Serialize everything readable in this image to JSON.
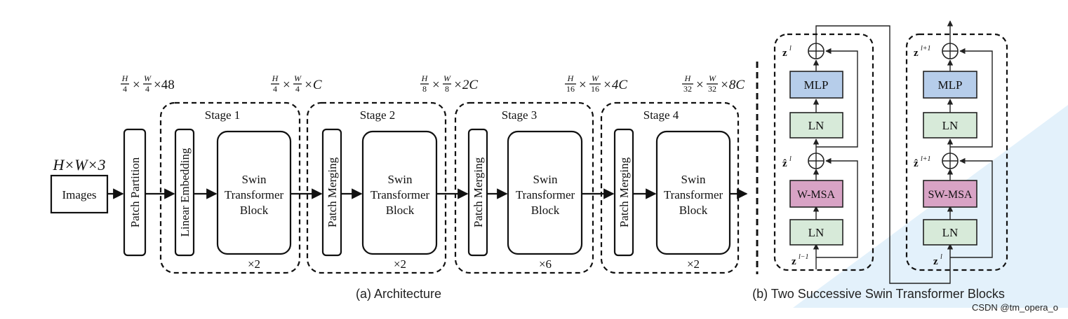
{
  "input": {
    "dims": "H×W×3",
    "images_label": "Images"
  },
  "patch_partition": "Patch Partition",
  "stages": [
    {
      "title": "Stage 1",
      "first_block": "Linear Embedding",
      "swin_lines": [
        "Swin",
        "Transformer",
        "Block"
      ],
      "repeat": "×2"
    },
    {
      "title": "Stage 2",
      "first_block": "Patch Merging",
      "swin_lines": [
        "Swin",
        "Transformer",
        "Block"
      ],
      "repeat": "×2"
    },
    {
      "title": "Stage 3",
      "first_block": "Patch Merging",
      "swin_lines": [
        "Swin",
        "Transformer",
        "Block"
      ],
      "repeat": "×6"
    },
    {
      "title": "Stage 4",
      "first_block": "Patch Merging",
      "swin_lines": [
        "Swin",
        "Transformer",
        "Block"
      ],
      "repeat": "×2"
    }
  ],
  "dim_labels": [
    {
      "num1": "H",
      "den1": "4",
      "num2": "W",
      "den2": "4",
      "rest": "×48"
    },
    {
      "num1": "H",
      "den1": "4",
      "num2": "W",
      "den2": "4",
      "rest": "×C"
    },
    {
      "num1": "H",
      "den1": "8",
      "num2": "W",
      "den2": "8",
      "rest": "×2C"
    },
    {
      "num1": "H",
      "den1": "16",
      "num2": "W",
      "den2": "16",
      "rest": "×4C"
    },
    {
      "num1": "H",
      "den1": "32",
      "num2": "W",
      "den2": "32",
      "rest": "×8C"
    }
  ],
  "captions": {
    "architecture": "(a) Architecture",
    "successive_blocks": "(b) Two Successive Swin Transformer Blocks"
  },
  "block_left": {
    "mlp": "MLP",
    "ln_top": "LN",
    "attention": "W-MSA",
    "ln_bottom": "LN",
    "z_out": "z",
    "z_out_sup": "l",
    "z_mid": "ẑ",
    "z_mid_sup": "l",
    "z_in": "z",
    "z_in_sup": "l−1"
  },
  "block_right": {
    "mlp": "MLP",
    "ln_top": "LN",
    "attention": "SW-MSA",
    "ln_bottom": "LN",
    "z_out": "z",
    "z_out_sup": "l+1",
    "z_mid": "ẑ",
    "z_mid_sup": "l+1",
    "z_in": "z",
    "z_in_sup": "l"
  },
  "colors": {
    "mlp": "#b6cdea",
    "ln": "#d7ead9",
    "msa": "#d8a3c5",
    "watermark_bg": "#e3f1fb"
  },
  "watermark": "CSDN @tm_opera_o"
}
